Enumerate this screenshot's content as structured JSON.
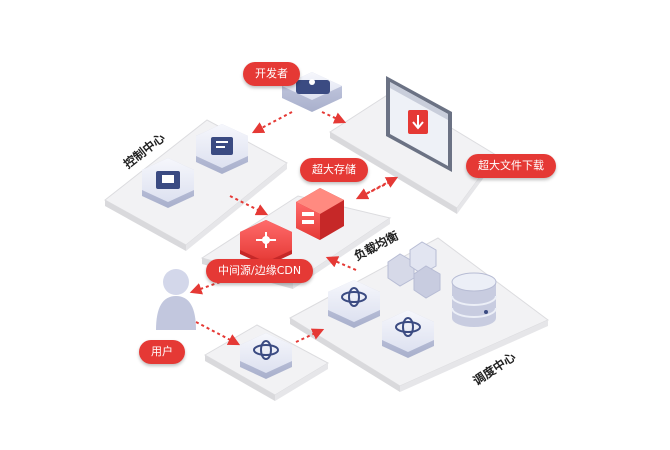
{
  "labels": {
    "developer": "开发者",
    "big_download": "超大文件下载",
    "big_storage": "超大存储",
    "cdn": "中间源/边缘CDN",
    "user": "用户"
  },
  "zones": {
    "control_center": "控制中心",
    "load_balance": "负载均衡",
    "dispatch_center": "调度中心"
  },
  "colors": {
    "accent": "#e53935",
    "platform": "#f1f1f3",
    "node": "#e4e7f4",
    "node_icon": "#3b4b82"
  }
}
